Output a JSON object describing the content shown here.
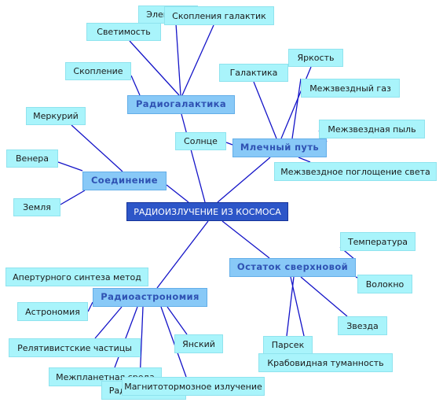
{
  "root": "РАДИОИЗЛУЧЕНИЕ ИЗ КОСМОСА",
  "hubs": {
    "radiogalaxy": "Радиогалактика",
    "milkyway": "Млечный путь",
    "connection": "Соединение",
    "remnant": "Остаток сверхновой",
    "radioastronomy": "Радиоастрономия"
  },
  "leaves": {
    "electron": "Электрон",
    "galaxy_clusters": "Скопления галактик",
    "luminosity": "Светимость",
    "cluster": "Скопление",
    "galaxy": "Галактика",
    "brightness": "Яркость",
    "interstellar_gas": "Межзвездный газ",
    "interstellar_dust": "Межзвездная пыль",
    "interstellar_absorption": "Межзвездное поглощение света",
    "sun": "Солнце",
    "mercury": "Меркурий",
    "venus": "Венера",
    "earth": "Земля",
    "temperature": "Температура",
    "fiber": "Волокно",
    "star": "Звезда",
    "parsec": "Парсек",
    "crab_nebula": "Крабовидная туманность",
    "aperture_synthesis": "Апертурного синтеза метод",
    "astronomy": "Астрономия",
    "relativistic_particles": "Релятивистские частицы",
    "jansky": "Янский",
    "interplanetary_medium": "Межпланетная среда",
    "radio_telescope": "Радиотелескоп",
    "bremsstrahlung": "Магнитотормозное излучение"
  },
  "colors": {
    "edge": "#1414c8",
    "root_fill": "#2d56c8",
    "hub_fill": "#88c9f7",
    "hub_text": "#2f52b3",
    "leaf_fill": "#a9f4fb"
  }
}
